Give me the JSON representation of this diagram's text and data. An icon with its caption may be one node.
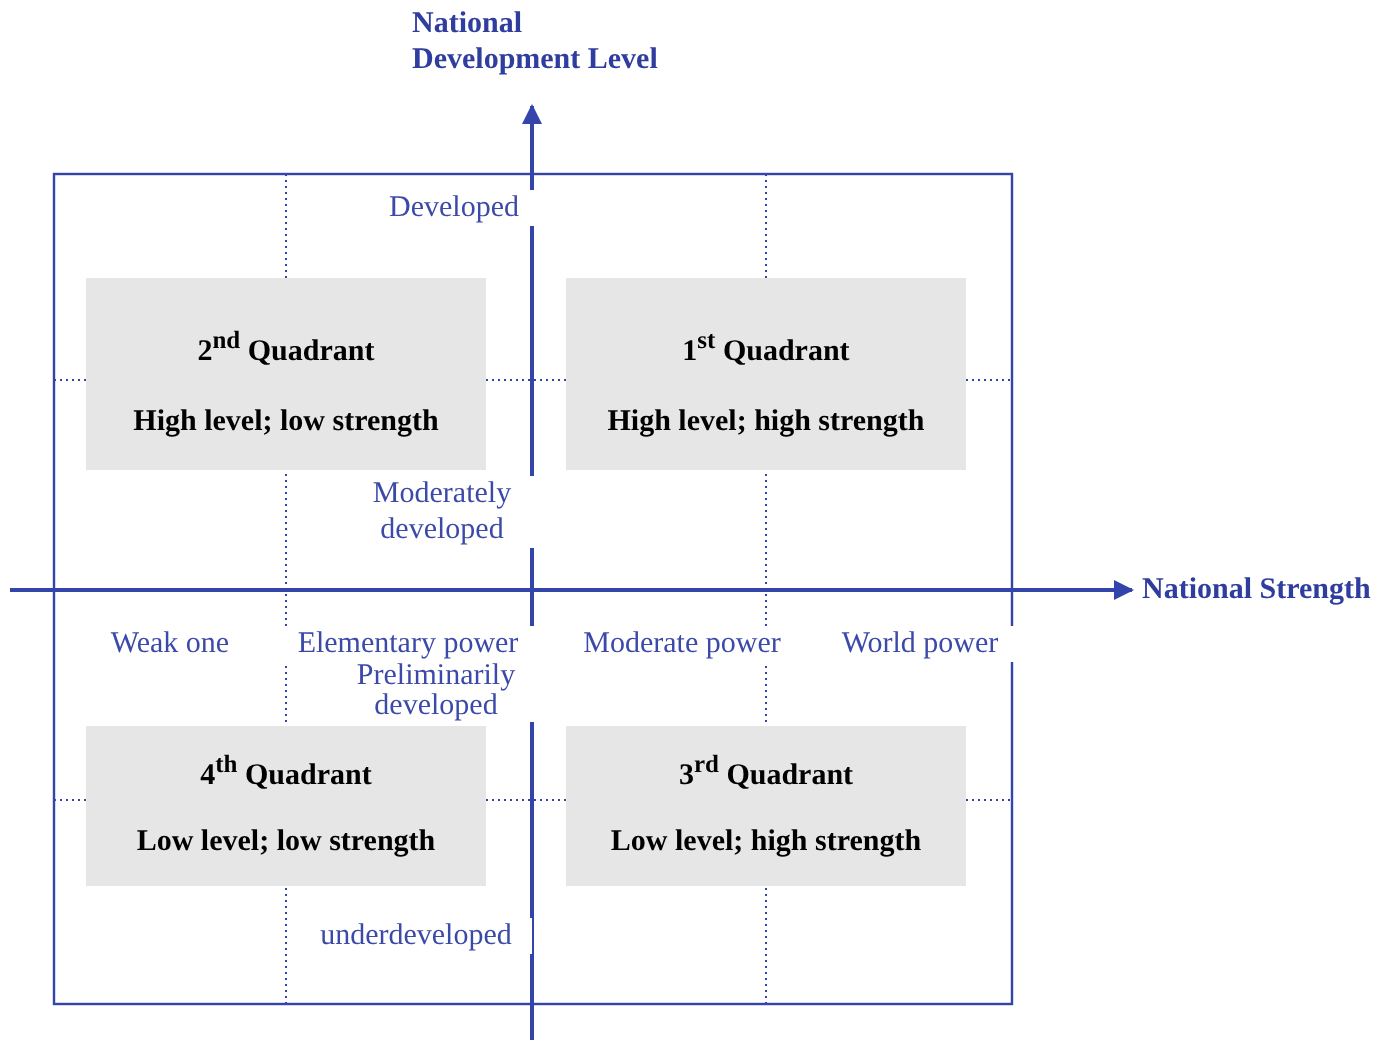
{
  "diagram": {
    "nodes": [
      {
        "text": [
          "2$^{nd}$ Quadrant",
          "High level; low strength"
        ]
      },
      {
        "text": [
          "1$^{st}$ Quadrant",
          "High level; high strength"
        ]
      },
      {
        "text": [
          "4$^{th}$ Quadrant",
          "Low level; low strength"
        ]
      },
      {
        "text": [
          "3$^{rd}$ Quadrant",
          "Low level; high strength"
        ]
      }
    ],
    "edges": [],
    "labels": [
      "National Development Level",
      "Developed",
      "Moderately developed",
      "National Strength",
      "Weak one",
      "Elementary power",
      "Moderate power",
      "World power",
      "Preliminarily developed",
      "underdeveloped"
    ]
  }
}
